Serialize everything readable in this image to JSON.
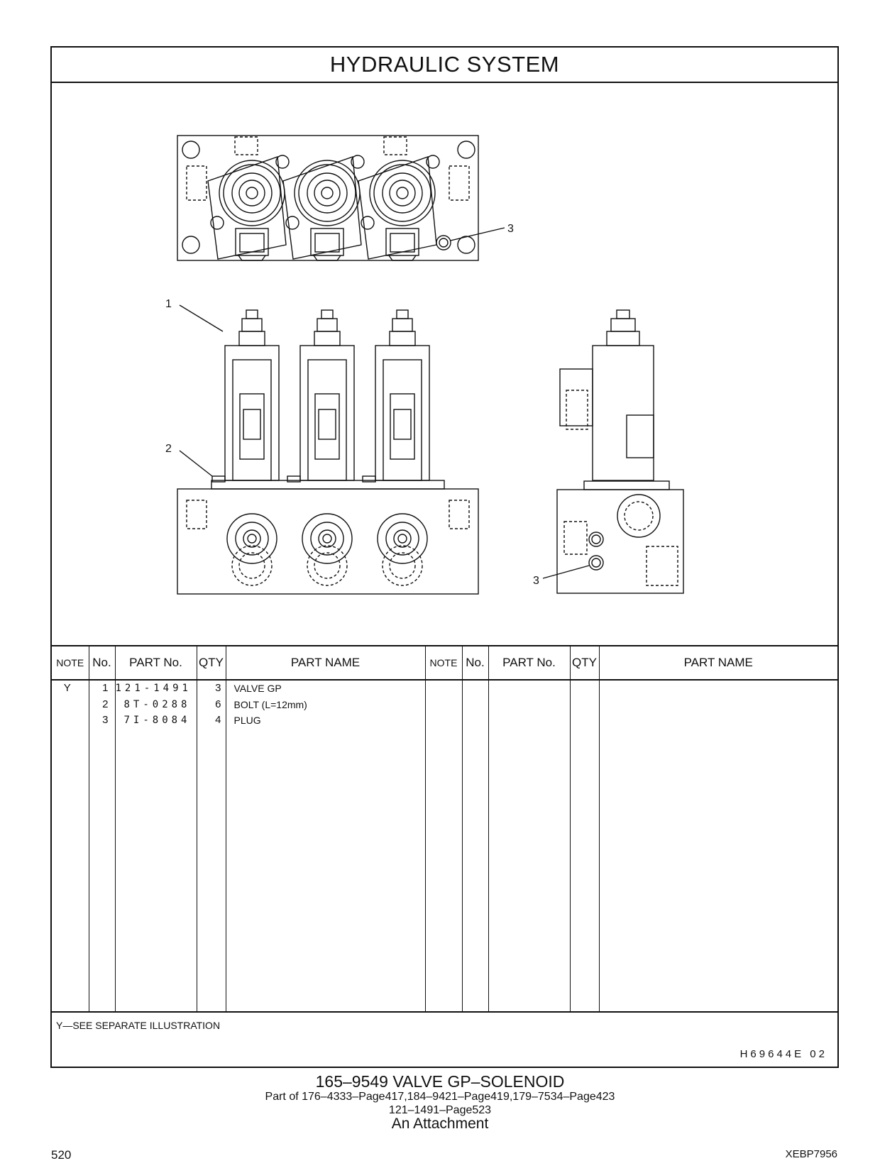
{
  "header": {
    "title": "HYDRAULIC   SYSTEM"
  },
  "drawing": {
    "callouts": [
      "3",
      "1",
      "2",
      "3"
    ]
  },
  "table": {
    "columns": [
      "NOTE",
      "No.",
      "PART No.",
      "QTY",
      "PART NAME",
      "NOTE",
      "No.",
      "PART No.",
      "QTY",
      "PART NAME"
    ],
    "rows": [
      {
        "note": "Y",
        "no": "1",
        "part_no": "121-1491",
        "qty": "3",
        "name": "VALVE  GP"
      },
      {
        "note": "",
        "no": "2",
        "part_no": "8T-0288",
        "qty": "6",
        "name": "BOLT (L=12mm)"
      },
      {
        "note": "",
        "no": "3",
        "part_no": "7I-8084",
        "qty": "4",
        "name": "PLUG"
      }
    ]
  },
  "footnote": {
    "text": "Y—SEE  SEPARATE  ILLUSTRATION",
    "code": "H69644E   02"
  },
  "caption": {
    "main": "165–9549   VALVE  GP–SOLENOID",
    "line2": "Part of 176–4333–Page417,184–9421–Page419,179–7534–Page423",
    "line3": "121–1491–Page523",
    "line4": "An Attachment"
  },
  "page": {
    "number": "520",
    "doc_id": "XEBP7956"
  }
}
